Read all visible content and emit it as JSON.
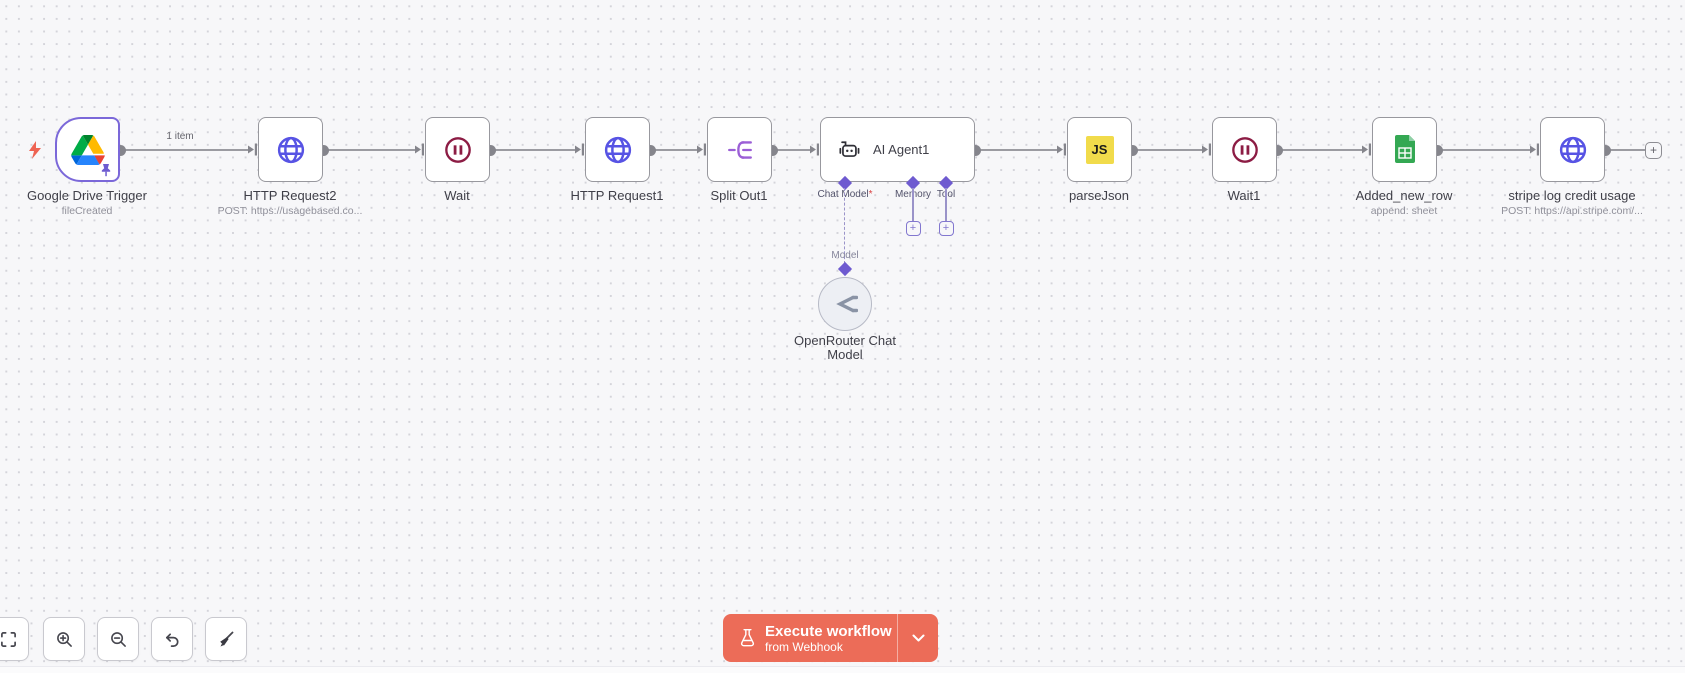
{
  "workflow": {
    "connection_label": "1 item",
    "nodes": [
      {
        "label": "Google Drive Trigger",
        "subtitle": "fileCreated"
      },
      {
        "label": "HTTP Request2",
        "subtitle": "POST: https://usagebased.co..."
      },
      {
        "label": "Wait",
        "subtitle": ""
      },
      {
        "label": "HTTP Request1",
        "subtitle": ""
      },
      {
        "label": "Split Out1",
        "subtitle": ""
      },
      {
        "label": "AI Agent1",
        "subtitle": ""
      },
      {
        "label": "parseJson",
        "subtitle": ""
      },
      {
        "label": "Wait1",
        "subtitle": ""
      },
      {
        "label": "Added_new_row",
        "subtitle": "append: sheet"
      },
      {
        "label": "stripe log credit usage",
        "subtitle": "POST: https://api.stripe.com/..."
      }
    ],
    "agent_connectors": {
      "chat_model": "Chat Model",
      "required_marker": "*",
      "memory": "Memory",
      "tool": "Tool",
      "model_link_label": "Model",
      "add_button": "+"
    },
    "sub_node": {
      "label": "OpenRouter Chat Model"
    },
    "js_icon_text": "JS",
    "add_node_button": "+"
  },
  "execute_button": {
    "label": "Execute workflow",
    "sublabel": "from Webhook"
  },
  "colors": {
    "execute_button": "#ec6c58",
    "trigger_border": "#7b68d9",
    "connector_diamond": "#6e5ad0",
    "globe_icon": "#5753e4",
    "wait_icon": "#8c1c44",
    "split_icon": "#9b5fd6",
    "js_icon_bg": "#f1db4b",
    "sheets_icon": "#34a853",
    "bolt_icon": "#ee6352"
  }
}
